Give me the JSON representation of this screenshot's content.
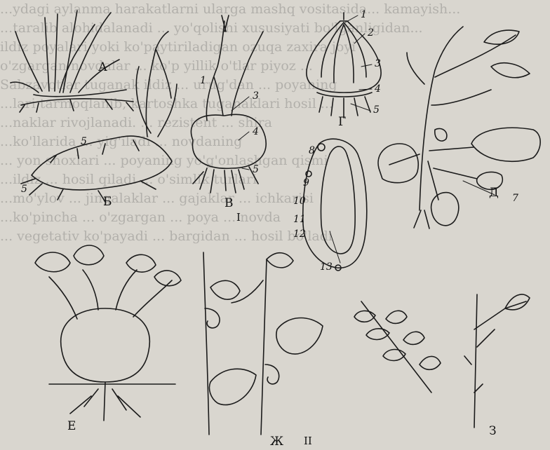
{
  "background_text": [
    "...ydagi aylanma harakatlarni ularga mashq vositasida... kamayish...",
    "...taralib alohidalanadi ... yo'qolishi xususiyati bo'lganligidan...",
    "ildiz poyalari yoki ko'paytiriladigan ozuqa zaxira joyi",
    "o'zgargan novdalar ... ko'p yillik o'tlar piyoz ...",
    "Sabzavotlar tuganak ildiz ... urug'dan ... poyaning",
    "...lari tarmoqlanib, kartoshka tuganaklari hosil ...",
    "...naklar rivojlanadi. ... rezistent ... shira",
    "...ko'llarida ... yig'iladi ... novdaning",
    "... yon shoxlari ... poyaning yo'g'onlashgan qismi",
    "...ildiz ... hosil qiladi ... o'simlik turlari",
    "...mo'ylov ... jingalaklar ... gajaklar ... ichkarisi",
    "...ko'pincha ... o'zgargan ... poya ... novda",
    "... vegetativ ko'payadi ... bargidan ... hosil bo'ladi"
  ],
  "labels": {
    "A": "А",
    "B": "Б",
    "V": "В",
    "G": "Г",
    "D": "Д",
    "E": "Е",
    "ZH": "Ж",
    "Z": "З",
    "roman_1": "I",
    "roman_2": "II"
  },
  "numbers": {
    "rh_5a": "5",
    "rh_5b": "5",
    "cm_1": "1",
    "cm_3": "3",
    "cm_4": "4",
    "cm_5": "5",
    "on_1": "1",
    "on_2": "2",
    "on_3": "3",
    "on_4": "4",
    "on_5": "5",
    "cut_8": "8",
    "cut_9": "9",
    "cut_10": "10",
    "cut_11": "11",
    "cut_12": "12",
    "cut_13": "13",
    "po_7": "7"
  },
  "colors": {
    "ink": "#1b1b1b",
    "paper": "#d9d6cf"
  }
}
